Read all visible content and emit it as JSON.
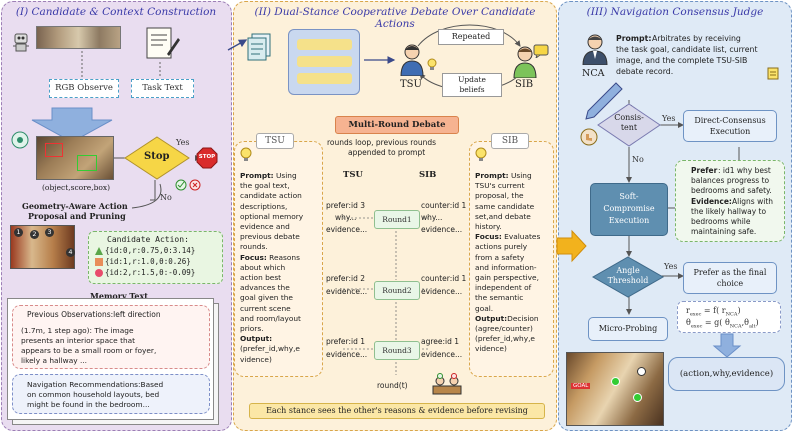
{
  "panel1": {
    "title": "(I) Candidate & Context Construction",
    "rgb_observe": "RGB Observe",
    "task_text": "Task Text",
    "stop": "Stop",
    "yes": "Yes",
    "no": "No",
    "stop_sign": "STOP",
    "detection_caption": "(object,score,box)",
    "geometry_line1": "Geometry-Aware Action",
    "geometry_line2": "Proposal and Pruning",
    "candidate_title": "Candidate Action:",
    "candidates": [
      "{id:0,r:0.75,θ:3.14}",
      "{id:1,r:1.0,θ:0.26}",
      "{id:2,r:1.5,θ:-0.09}"
    ],
    "photo_numbers": [
      "1",
      "2",
      "3",
      "4"
    ],
    "memory_title": "Memory Text",
    "prev_obs_title": "Previous Observations:left direction",
    "prev_obs_lines": [
      "(1.7m, 1 step ago): The image",
      "presents an interior space that",
      "appears to be a small room or foyer,",
      "likely a hallway ..."
    ],
    "nav_rec_lines": [
      "Navigation Recommendations:Based",
      "on common household layouts, bed",
      "might be found in the bedroom..."
    ]
  },
  "panel2": {
    "title": "(II) Dual-Stance Cooperative Debate Over Candidate Actions",
    "repeated": "Repeated",
    "update_beliefs": "Update\nbeliefs",
    "tsu": "TSU",
    "sib": "SIB",
    "multi_round": "Multi-Round Debate",
    "rounds_loop": [
      "rounds loop, previous rounds",
      "appended to prompt"
    ],
    "col_tsu": "TSU",
    "col_sib": "SIB",
    "rounds": [
      "Round1",
      "Round2",
      "Round3"
    ],
    "round_t": "round(t)",
    "tsu_side": [
      [
        "prefer:id 3",
        "why...",
        "evidence..."
      ],
      [
        "prefer:id 2",
        "evidence..."
      ],
      [
        "prefer:id 1",
        "evidence..."
      ]
    ],
    "sib_side": [
      [
        "counter:id 1",
        "why...",
        "evidence..."
      ],
      [
        "counter:id 1",
        "evidence..."
      ],
      [
        "agree:id 1",
        "evidence..."
      ]
    ],
    "tsu_box": {
      "label": "TSU",
      "lines": [
        [
          "Prompt:",
          " Using"
        ],
        [
          "",
          "the goal text,"
        ],
        [
          "",
          "candidate action"
        ],
        [
          "",
          "descriptions,"
        ],
        [
          "",
          "optional memory"
        ],
        [
          "",
          "evidence and"
        ],
        [
          "",
          "previous debate"
        ],
        [
          "",
          "rounds."
        ],
        [
          "Focus:",
          " Reasons"
        ],
        [
          "",
          "about which"
        ],
        [
          "",
          "action best"
        ],
        [
          "",
          "advances the"
        ],
        [
          "",
          "goal given the"
        ],
        [
          "",
          "current scene"
        ],
        [
          "",
          "and room/layout"
        ],
        [
          "",
          "priors."
        ],
        [
          "Output:",
          ""
        ],
        [
          "",
          "(prefer_id,why,e"
        ],
        [
          "",
          "vidence)"
        ]
      ]
    },
    "sib_box": {
      "label": "SIB",
      "lines": [
        [
          "Prompt:",
          " Using"
        ],
        [
          "",
          "TSU's current"
        ],
        [
          "",
          "proposal, the"
        ],
        [
          "",
          "same candidate"
        ],
        [
          "",
          "set,and debate"
        ],
        [
          "",
          "history."
        ],
        [
          "Focus:",
          " Evaluates"
        ],
        [
          "",
          "actions purely"
        ],
        [
          "",
          "from a safety"
        ],
        [
          "",
          "and information-"
        ],
        [
          "",
          "gain perspective,"
        ],
        [
          "",
          "independent of"
        ],
        [
          "",
          "the semantic"
        ],
        [
          "",
          "goal."
        ],
        [
          "Output:",
          "Decision"
        ],
        [
          "",
          "(agree/counter)"
        ],
        [
          "",
          "(prefer_id,why,e"
        ],
        [
          "",
          "vidence)"
        ]
      ]
    },
    "footer": "Each stance sees the other's reasons & evidence before revising"
  },
  "panel3": {
    "title": "(III) Navigation Consensus Judge",
    "nca": "NCA",
    "prompt_label": "Prompt:",
    "prompt_lines": [
      " Arbitrates by receiving",
      "the task goal, candidate list, current",
      "image, and the complete  TSU-SIB",
      "debate record."
    ],
    "consistent": "Consis-\ntent",
    "yes": "Yes",
    "no": "No",
    "direct": "Direct-Consensus\nExecution",
    "soft": "Soft-\nCompromise\nExecution",
    "prefer_label": "Prefer",
    "prefer_text": [
      ": id1 why  best",
      "balances progress to",
      "bedrooms and safety."
    ],
    "evidence_label": "Evidence:",
    "evidence_text": [
      " Aligns with",
      "the likely hallway to",
      "bedrooms while",
      "maintaining safe."
    ],
    "angle": "Angle\nThreshold",
    "final": "Prefer as the final\nchoice",
    "micro": "Micro-Probing",
    "output": "(action,why,evidence)",
    "goal_tag": "GOAL"
  },
  "colors": {
    "panel1_bg": "#e8dcef",
    "panel2_bg": "#fdf0d8",
    "panel3_bg": "#dde9f6",
    "stop_fill": "#f6d646",
    "teal_box": "#5f8fb0"
  }
}
